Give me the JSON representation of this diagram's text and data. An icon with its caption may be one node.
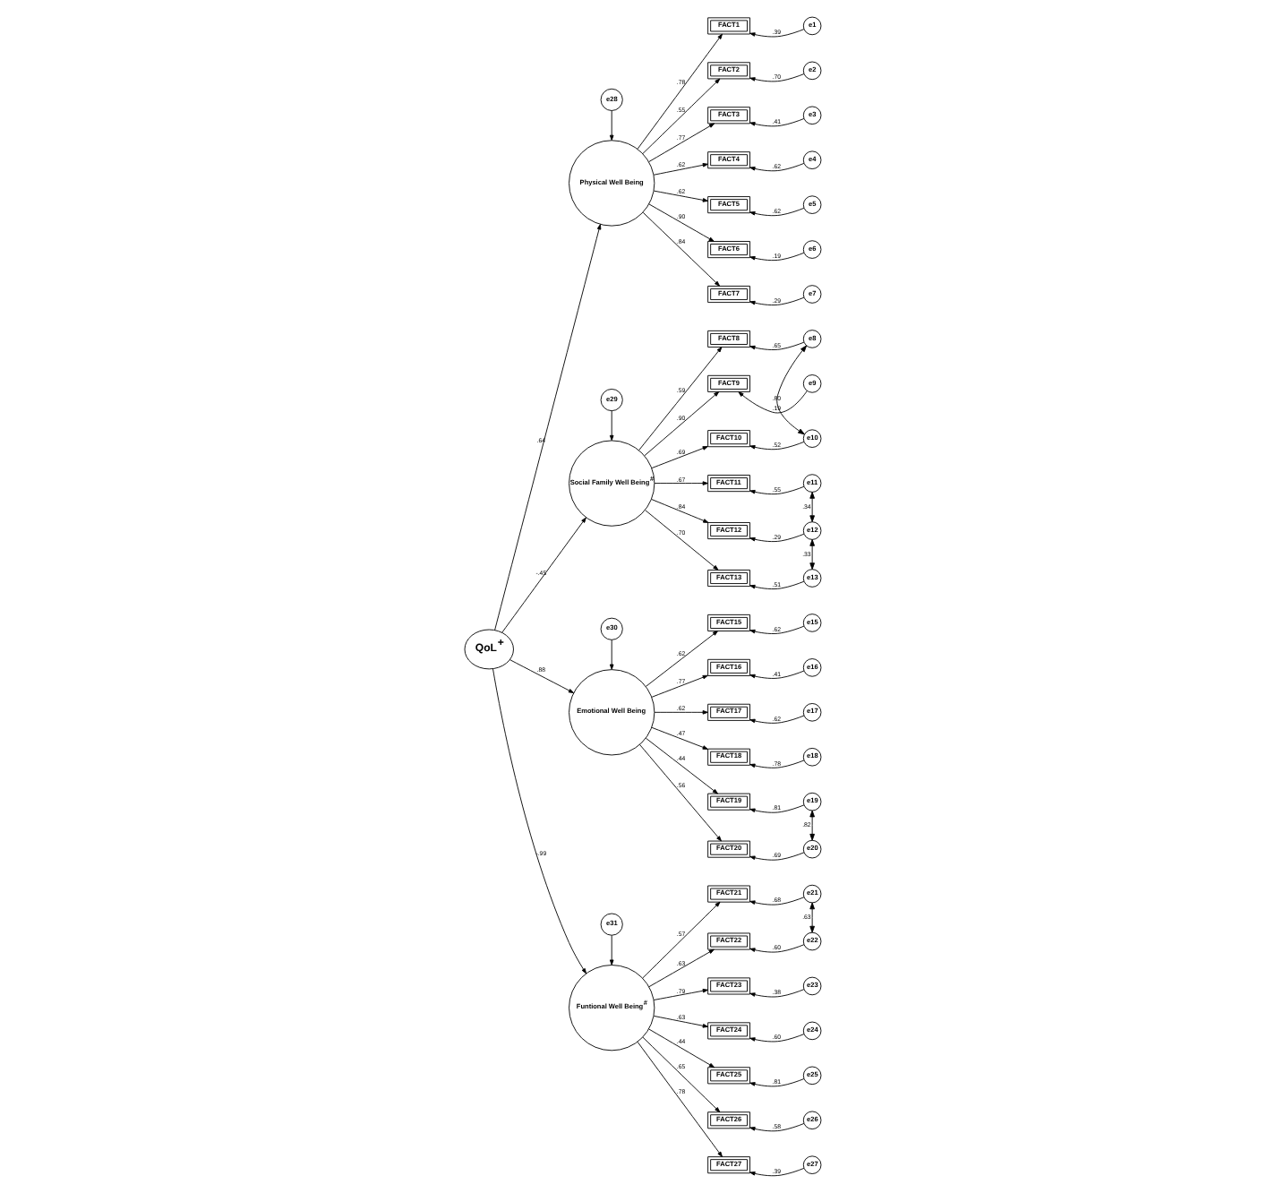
{
  "diagram": {
    "nodes": [
      {
        "text": [
          "QoL$^{+}$"
        ]
      },
      {
        "text": [
          "e28"
        ]
      },
      {
        "text": [
          "Physical Well Being"
        ]
      },
      {
        "text": [
          "FACT1"
        ]
      },
      {
        "text": [
          "FACT2"
        ]
      },
      {
        "text": [
          "FACT3"
        ]
      },
      {
        "text": [
          "FACT4"
        ]
      },
      {
        "text": [
          "FACT5"
        ]
      },
      {
        "text": [
          "FACT6"
        ]
      },
      {
        "text": [
          "FACT7"
        ]
      },
      {
        "text": [
          "e1"
        ]
      },
      {
        "text": [
          "e2"
        ]
      },
      {
        "text": [
          "e3"
        ]
      },
      {
        "text": [
          "e4"
        ]
      },
      {
        "text": [
          "e5"
        ]
      },
      {
        "text": [
          "e6"
        ]
      },
      {
        "text": [
          "e7"
        ]
      },
      {
        "text": [
          "e29"
        ]
      },
      {
        "text": [
          "Social Family Well Being$^{#}$"
        ]
      },
      {
        "text": [
          "FACT8"
        ]
      },
      {
        "text": [
          "FACT9"
        ]
      },
      {
        "text": [
          "FACT10"
        ]
      },
      {
        "text": [
          "FACT11"
        ]
      },
      {
        "text": [
          "FACT12"
        ]
      },
      {
        "text": [
          "FACT13"
        ]
      },
      {
        "text": [
          "e8"
        ]
      },
      {
        "text": [
          "e9"
        ]
      },
      {
        "text": [
          "e10"
        ]
      },
      {
        "text": [
          "e11"
        ]
      },
      {
        "text": [
          "e12"
        ]
      },
      {
        "text": [
          "e13"
        ]
      },
      {
        "text": [
          "e30"
        ]
      },
      {
        "text": [
          "Emotional Well Being"
        ]
      },
      {
        "text": [
          "FACT15"
        ]
      },
      {
        "text": [
          "FACT16"
        ]
      },
      {
        "text": [
          "FACT17"
        ]
      },
      {
        "text": [
          "FACT18"
        ]
      },
      {
        "text": [
          "FACT19"
        ]
      },
      {
        "text": [
          "FACT20"
        ]
      },
      {
        "text": [
          "e15"
        ]
      },
      {
        "text": [
          "e16"
        ]
      },
      {
        "text": [
          "e17"
        ]
      },
      {
        "text": [
          "e18"
        ]
      },
      {
        "text": [
          "e19"
        ]
      },
      {
        "text": [
          "e20"
        ]
      },
      {
        "text": [
          "e31"
        ]
      },
      {
        "text": [
          "Funtional Well Being$^{#}$"
        ]
      },
      {
        "text": [
          "FACT21"
        ]
      },
      {
        "text": [
          "FACT22"
        ]
      },
      {
        "text": [
          "FACT23"
        ]
      },
      {
        "text": [
          "FACT24"
        ]
      },
      {
        "text": [
          "FACT25"
        ]
      },
      {
        "text": [
          "FACT26"
        ]
      },
      {
        "text": [
          "FACT27"
        ]
      },
      {
        "text": [
          "e21"
        ]
      },
      {
        "text": [
          "e22"
        ]
      },
      {
        "text": [
          "e23"
        ]
      },
      {
        "text": [
          "e24"
        ]
      },
      {
        "text": [
          "e25"
        ]
      },
      {
        "text": [
          "e26"
        ]
      },
      {
        "text": [
          "e27"
        ]
      }
    ],
    "edges": [
      {
        "from": 0,
        "to": 2,
        "arrow": "to",
        "label": ".64"
      },
      {
        "from": 0,
        "to": 18,
        "arrow": "to",
        "label": "-.45"
      },
      {
        "from": 0,
        "to": 32,
        "arrow": "to",
        "label": ".88"
      },
      {
        "from": 0,
        "to": 46,
        "arrow": "to",
        "label": "-.99"
      },
      {
        "from": 1,
        "to": 2,
        "arrow": "to"
      },
      {
        "from": 2,
        "to": 3,
        "arrow": "to",
        "label": ".78"
      },
      {
        "from": 2,
        "to": 4,
        "arrow": "to",
        "label": ".55"
      },
      {
        "from": 2,
        "to": 5,
        "arrow": "to",
        "label": ".77"
      },
      {
        "from": 2,
        "to": 6,
        "arrow": "to",
        "label": ".62"
      },
      {
        "from": 2,
        "to": 7,
        "arrow": "to",
        "label": ".62"
      },
      {
        "from": 2,
        "to": 8,
        "arrow": "to",
        "label": ".90"
      },
      {
        "from": 2,
        "to": 9,
        "arrow": "to",
        "label": ".84"
      },
      {
        "from": 10,
        "to": 3,
        "arrow": "to",
        "label": ".39"
      },
      {
        "from": 11,
        "to": 4,
        "arrow": "to",
        "label": ".70"
      },
      {
        "from": 12,
        "to": 5,
        "arrow": "to",
        "label": ".41"
      },
      {
        "from": 13,
        "to": 6,
        "arrow": "to",
        "label": ".62"
      },
      {
        "from": 14,
        "to": 7,
        "arrow": "to",
        "label": ".62"
      },
      {
        "from": 15,
        "to": 8,
        "arrow": "to",
        "label": ".19"
      },
      {
        "from": 16,
        "to": 9,
        "arrow": "to",
        "label": ".29"
      },
      {
        "from": 17,
        "to": 18,
        "arrow": "to"
      },
      {
        "from": 18,
        "to": 19,
        "arrow": "to",
        "label": ".59"
      },
      {
        "from": 18,
        "to": 20,
        "arrow": "to",
        "label": ".90"
      },
      {
        "from": 18,
        "to": 21,
        "arrow": "to",
        "label": ".69"
      },
      {
        "from": 18,
        "to": 22,
        "arrow": "to",
        "label": ".67"
      },
      {
        "from": 18,
        "to": 23,
        "arrow": "to",
        "label": ".84"
      },
      {
        "from": 18,
        "to": 24,
        "arrow": "to",
        "label": ".70"
      },
      {
        "from": 25,
        "to": 19,
        "arrow": "to",
        "label": ".65"
      },
      {
        "from": 26,
        "to": 20,
        "arrow": "to",
        "label": ".19"
      },
      {
        "from": 27,
        "to": 21,
        "arrow": "to",
        "label": ".52"
      },
      {
        "from": 28,
        "to": 22,
        "arrow": "to",
        "label": ".55"
      },
      {
        "from": 29,
        "to": 23,
        "arrow": "to",
        "label": ".29"
      },
      {
        "from": 30,
        "to": 24,
        "arrow": "to",
        "label": ".51"
      },
      {
        "from": 25,
        "to": 27,
        "arrow": "both",
        "label": ".80"
      },
      {
        "from": 28,
        "to": 29,
        "arrow": "both",
        "label": ".34"
      },
      {
        "from": 29,
        "to": 30,
        "arrow": "both",
        "label": ".33"
      },
      {
        "from": 31,
        "to": 32,
        "arrow": "to"
      },
      {
        "from": 32,
        "to": 33,
        "arrow": "to",
        "label": ".62"
      },
      {
        "from": 32,
        "to": 34,
        "arrow": "to",
        "label": ".77"
      },
      {
        "from": 32,
        "to": 35,
        "arrow": "to",
        "label": ".62"
      },
      {
        "from": 32,
        "to": 36,
        "arrow": "to",
        "label": ".47"
      },
      {
        "from": 32,
        "to": 37,
        "arrow": "to",
        "label": ".44"
      },
      {
        "from": 32,
        "to": 38,
        "arrow": "to",
        "label": ".56"
      },
      {
        "from": 39,
        "to": 33,
        "arrow": "to",
        "label": ".62"
      },
      {
        "from": 40,
        "to": 34,
        "arrow": "to",
        "label": ".41"
      },
      {
        "from": 41,
        "to": 35,
        "arrow": "to",
        "label": ".62"
      },
      {
        "from": 42,
        "to": 36,
        "arrow": "to",
        "label": ".78"
      },
      {
        "from": 43,
        "to": 37,
        "arrow": "to",
        "label": ".81"
      },
      {
        "from": 44,
        "to": 38,
        "arrow": "to",
        "label": ".69"
      },
      {
        "from": 43,
        "to": 44,
        "arrow": "both",
        "label": ".82"
      },
      {
        "from": 45,
        "to": 46,
        "arrow": "to"
      },
      {
        "from": 46,
        "to": 47,
        "arrow": "to",
        "label": ".57"
      },
      {
        "from": 46,
        "to": 48,
        "arrow": "to",
        "label": ".63"
      },
      {
        "from": 46,
        "to": 49,
        "arrow": "to",
        "label": ".79"
      },
      {
        "from": 46,
        "to": 50,
        "arrow": "to",
        "label": ".63"
      },
      {
        "from": 46,
        "to": 51,
        "arrow": "to",
        "label": ".44"
      },
      {
        "from": 46,
        "to": 52,
        "arrow": "to",
        "label": ".65"
      },
      {
        "from": 46,
        "to": 53,
        "arrow": "to",
        "label": ".78"
      },
      {
        "from": 54,
        "to": 47,
        "arrow": "to",
        "label": ".68"
      },
      {
        "from": 55,
        "to": 48,
        "arrow": "to",
        "label": ".60"
      },
      {
        "from": 56,
        "to": 49,
        "arrow": "to",
        "label": ".38"
      },
      {
        "from": 57,
        "to": 50,
        "arrow": "to",
        "label": ".60"
      },
      {
        "from": 58,
        "to": 51,
        "arrow": "to",
        "label": ".81"
      },
      {
        "from": 59,
        "to": 52,
        "arrow": "to",
        "label": ".58"
      },
      {
        "from": 60,
        "to": 53,
        "arrow": "to",
        "label": ".39"
      },
      {
        "from": 54,
        "to": 55,
        "arrow": "both",
        "label": ".63"
      }
    ]
  }
}
